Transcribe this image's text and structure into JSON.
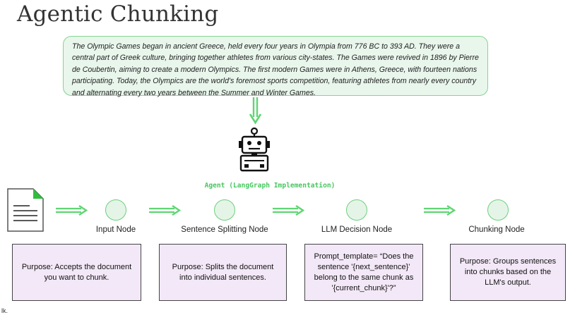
{
  "title": "Agentic Chunking",
  "passage": "The Olympic Games began in ancient Greece, held every four years in Olympia from 776 BC to 393 AD. They were a central part of Greek culture, bringing together athletes from various city-states. The Games were revived in 1896 by Pierre de Coubertin, aiming to create a modern Olympics. The first modern Games were in Athens, Greece, with fourteen nations participating. Today, the Olympics are the world's foremost sports competition, featuring athletes from nearly every country and alternating every two years between the Summer and Winter Games.",
  "agent_label": "Agent (LangGraph Implementation)",
  "nodes": [
    {
      "label": "Input Node",
      "purpose": "Purpose: Accepts the document you want to chunk."
    },
    {
      "label": "Sentence Splitting Node",
      "purpose": "Purpose: Splits the document into individual sentences."
    },
    {
      "label": "LLM Decision Node",
      "purpose": "Prompt_template= “Does the sentence '{next_sentence}' belong to the same chunk as '{current_chunk}'?”"
    },
    {
      "label": "Chunking Node",
      "purpose": "Purpose: Groups sentences into chunks based on the LLM's output."
    }
  ],
  "corner_text": "lk.",
  "icons": {
    "document": "document-icon",
    "agent": "robot-icon",
    "arrow": "double-arrow-icon"
  },
  "colors": {
    "accent_green": "#5fd573",
    "passage_bg": "#e9f6ec",
    "purpose_bg": "#f3e8f7",
    "circle_fill": "#e4f5e7"
  }
}
